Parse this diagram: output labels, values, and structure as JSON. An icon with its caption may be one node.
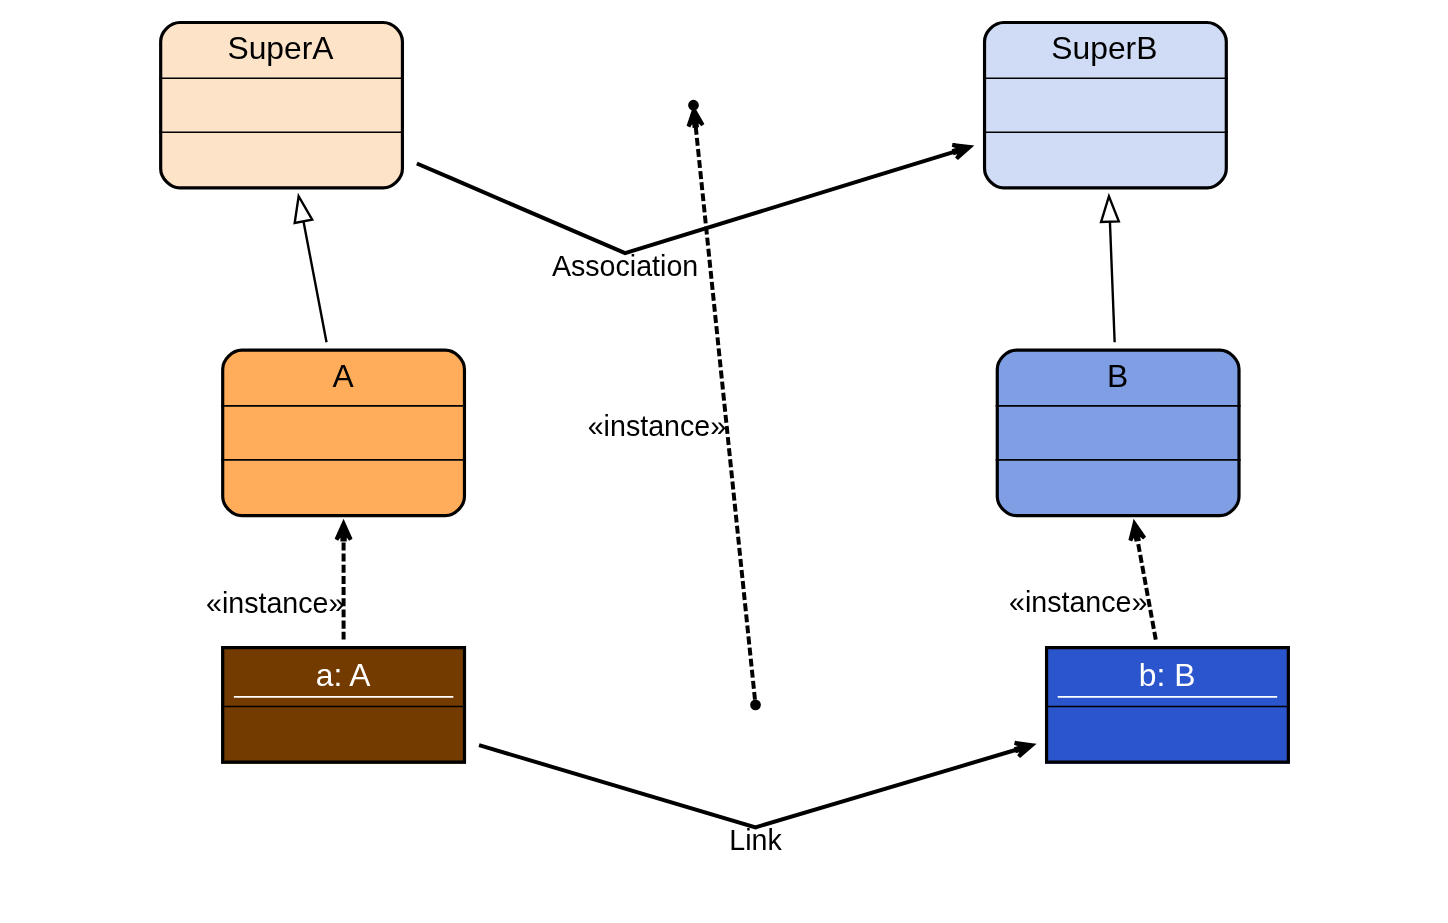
{
  "diagram": {
    "nodes": [
      {
        "text": [
          "SuperA"
        ]
      },
      {
        "text": [
          "SuperB"
        ]
      },
      {
        "text": [
          "A"
        ]
      },
      {
        "text": [
          "B"
        ]
      },
      {
        "text": [
          "a: A"
        ]
      },
      {
        "text": [
          "b: B"
        ]
      },
      {
        "text": [],
        "shape": "point"
      },
      {
        "text": [],
        "shape": "point"
      }
    ],
    "edges": [
      {
        "from": 0,
        "to": 1,
        "arrow": "to",
        "label": "Association"
      },
      {
        "from": 2,
        "to": 0,
        "arrow": "to"
      },
      {
        "from": 3,
        "to": 1,
        "arrow": "to"
      },
      {
        "from": 4,
        "to": 2,
        "arrow": "to",
        "style": "dashed",
        "label": "«instance»"
      },
      {
        "from": 5,
        "to": 3,
        "arrow": "to",
        "style": "dashed",
        "label": "«instance»"
      },
      {
        "from": 4,
        "to": 5,
        "arrow": "to",
        "label": "Link"
      },
      {
        "from": 7,
        "to": 6,
        "arrow": "to",
        "style": "dashed",
        "label": "«instance»"
      }
    ]
  }
}
